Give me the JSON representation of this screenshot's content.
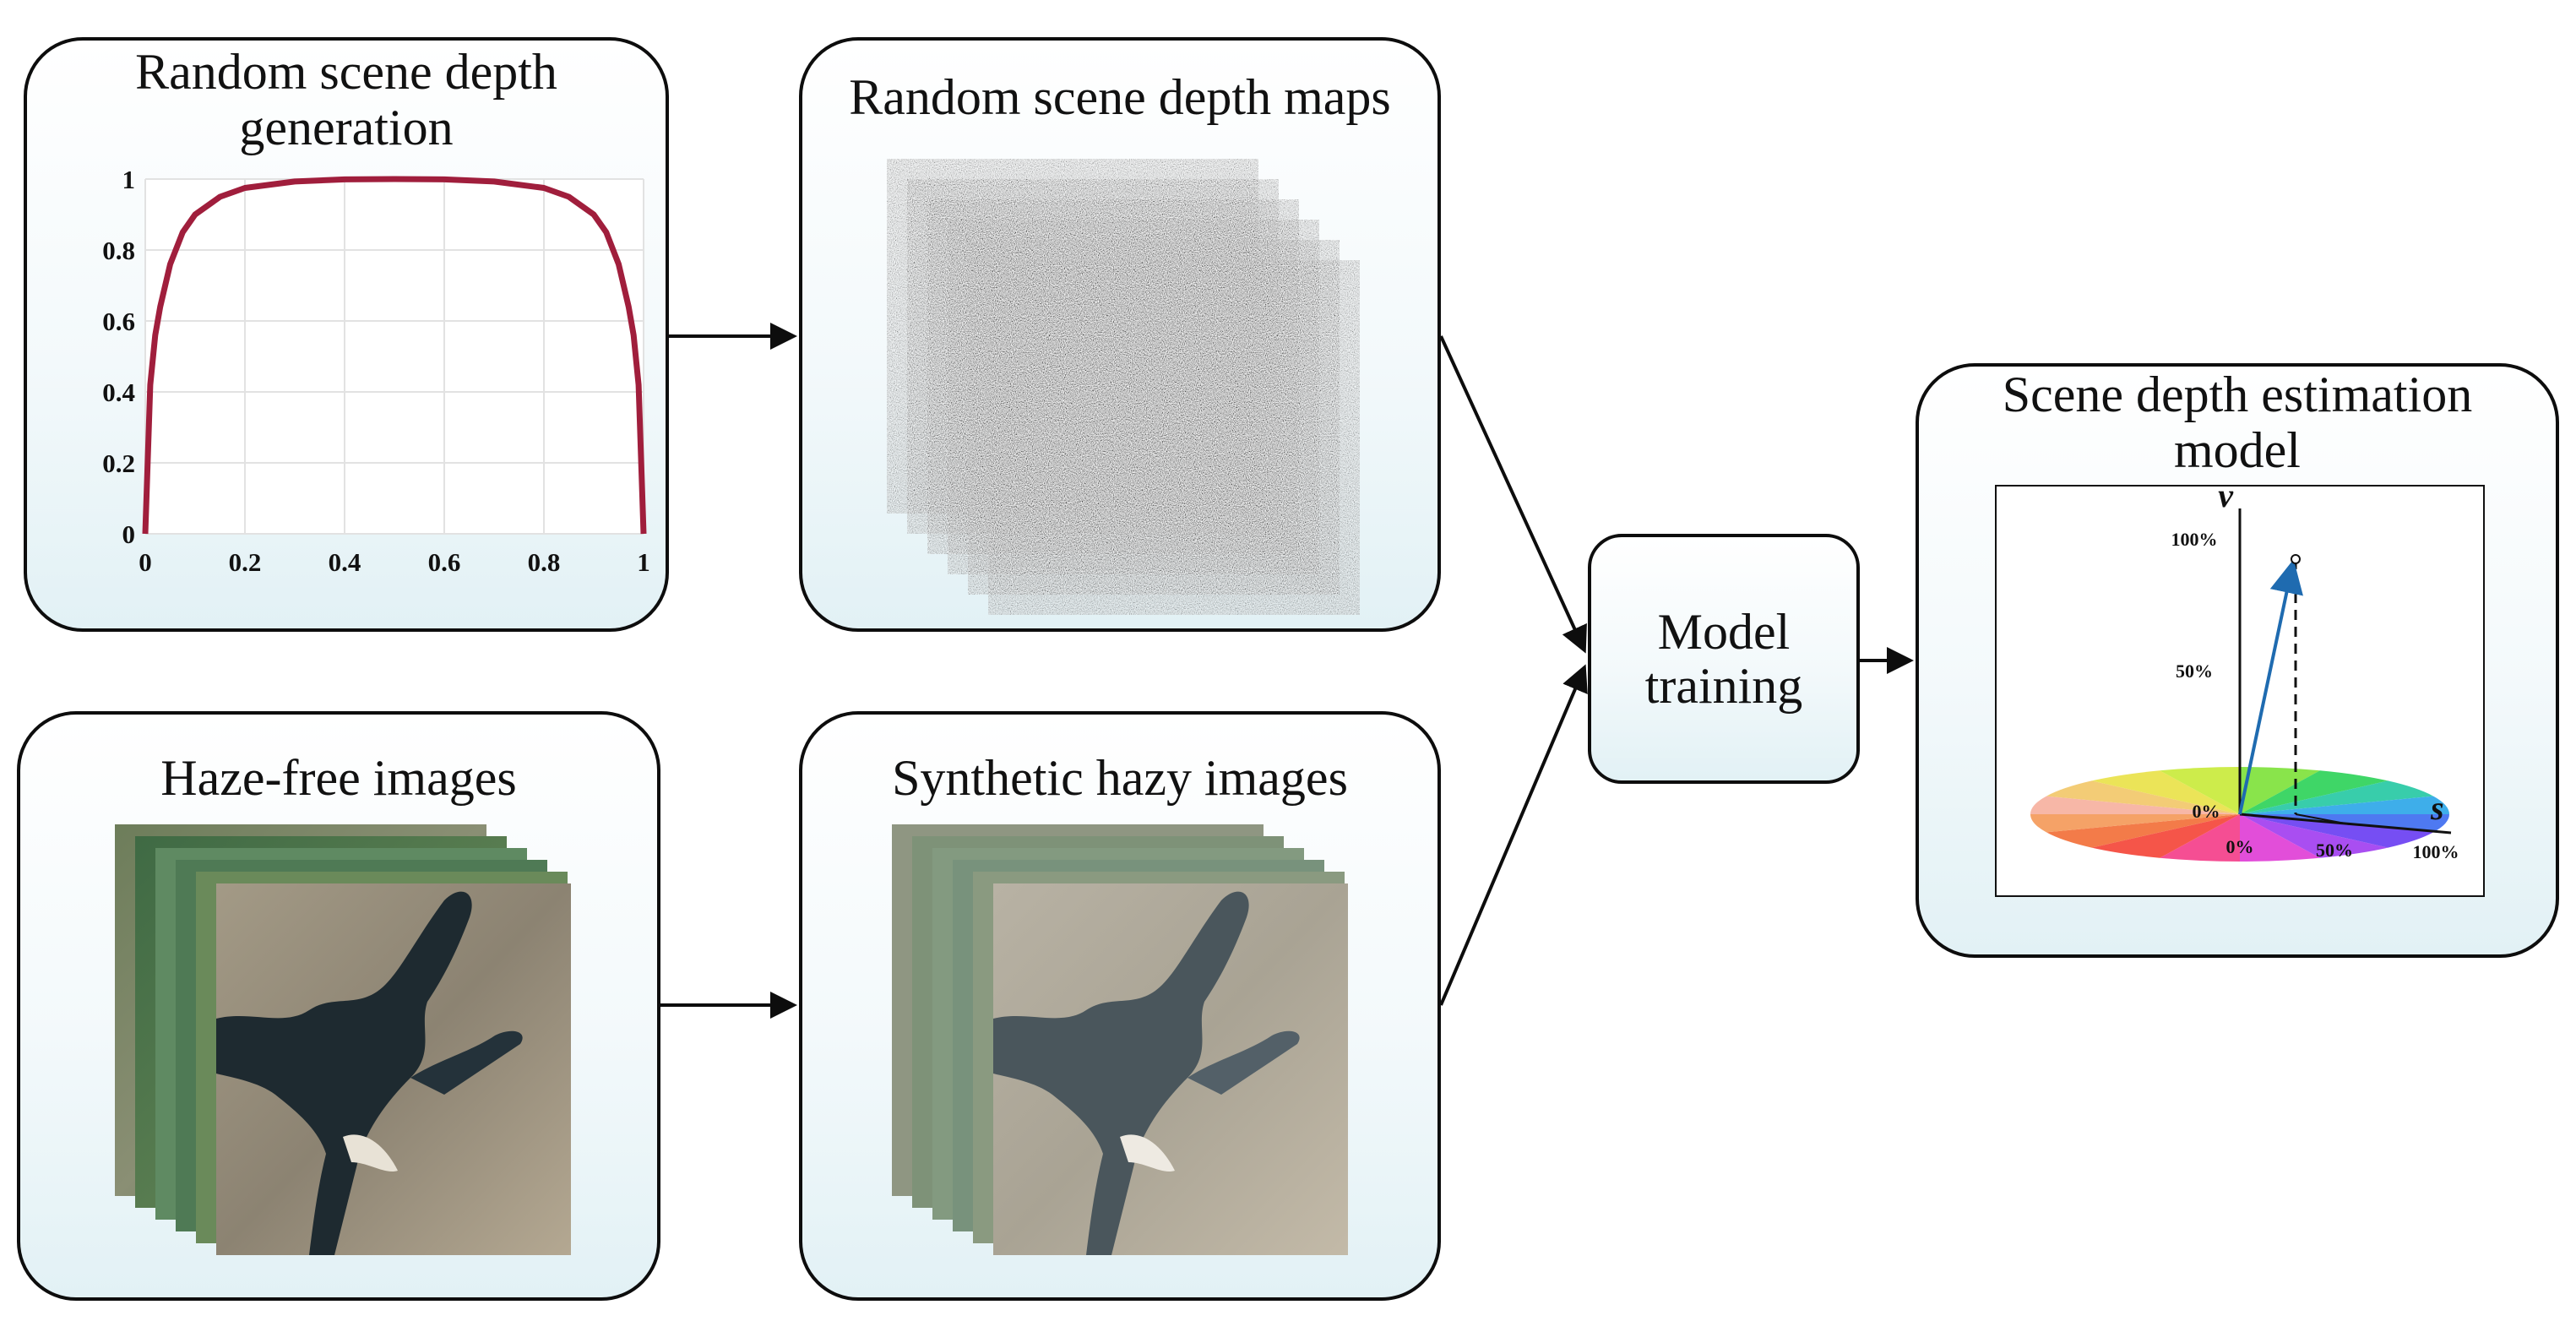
{
  "boxes": {
    "depth_generation": {
      "title": "Random scene depth\ngeneration"
    },
    "depth_maps": {
      "title": "Random scene depth maps"
    },
    "haze_free": {
      "title": "Haze-free images"
    },
    "hazy": {
      "title": "Synthetic hazy images"
    },
    "training": {
      "title": "Model\ntraining"
    },
    "estimation": {
      "title": "Scene depth estimation\nmodel"
    }
  },
  "chart_data": {
    "type": "line",
    "title": "",
    "xlabel": "",
    "ylabel": "",
    "xlim": [
      0,
      1
    ],
    "ylim": [
      0,
      1
    ],
    "x_ticks": [
      "0",
      "0.2",
      "0.4",
      "0.6",
      "0.8",
      "1"
    ],
    "y_ticks": [
      "0",
      "0.2",
      "0.4",
      "0.6",
      "0.8",
      "1"
    ],
    "grid": true,
    "series": [
      {
        "color": "#a01e3c",
        "x": [
          0,
          0.01,
          0.02,
          0.03,
          0.05,
          0.075,
          0.1,
          0.15,
          0.2,
          0.3,
          0.4,
          0.5,
          0.6,
          0.7,
          0.8,
          0.85,
          0.9,
          0.925,
          0.95,
          0.97,
          0.98,
          0.99,
          1
        ],
        "y": [
          0,
          0.42,
          0.56,
          0.64,
          0.76,
          0.85,
          0.9,
          0.95,
          0.975,
          0.993,
          0.999,
          1.0,
          0.999,
          0.993,
          0.975,
          0.95,
          0.9,
          0.85,
          0.76,
          0.64,
          0.56,
          0.42,
          0
        ]
      }
    ]
  },
  "hsv_diagram": {
    "axis_v": "v",
    "axis_s": "s",
    "v_ticks": [
      "100%",
      "50%",
      "0%"
    ],
    "s_ticks": [
      "0%",
      "50%",
      "100%"
    ],
    "vector_color": "#1f6bb0"
  }
}
